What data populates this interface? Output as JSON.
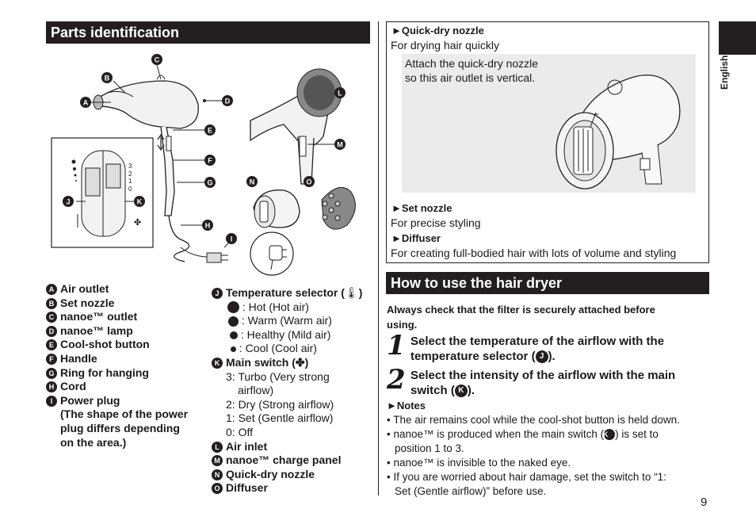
{
  "tab": {
    "label": "English"
  },
  "page_number": "9",
  "parts": {
    "title": "Parts identification",
    "list_left": [
      {
        "letter": "A",
        "text": "Air outlet"
      },
      {
        "letter": "B",
        "text": "Set nozzle"
      },
      {
        "letter": "C",
        "text": "nanoe™ outlet"
      },
      {
        "letter": "D",
        "text": "nanoe™ lamp"
      },
      {
        "letter": "E",
        "text": "Cool-shot button"
      },
      {
        "letter": "F",
        "text": "Handle"
      },
      {
        "letter": "G",
        "text": "Ring for hanging"
      },
      {
        "letter": "H",
        "text": "Cord"
      },
      {
        "letter": "I",
        "text": "Power plug"
      }
    ],
    "plug_note_1": "(The shape of the power",
    "plug_note_2": "plug differs depending",
    "plug_note_3": "on the area.)",
    "temp_selector": {
      "letter": "J",
      "label": "Temperature selector (",
      "options": [
        ": Hot (Hot air)",
        ": Warm (Warm air)",
        ": Healthy (Mild air)",
        ": Cool (Cool air)"
      ]
    },
    "main_switch": {
      "letter": "K",
      "label": "Main switch (",
      "options": [
        "3: Turbo (Very strong",
        "airflow)",
        "2: Dry (Strong airflow)",
        "1: Set (Gentle airflow)",
        "0: Off"
      ]
    },
    "list_right_rest": [
      {
        "letter": "L",
        "text": "Air inlet"
      },
      {
        "letter": "M",
        "text": "nanoe™ charge panel"
      },
      {
        "letter": "N",
        "text": "Quick-dry nozzle"
      },
      {
        "letter": "O",
        "text": "Diffuser"
      }
    ],
    "switch_scale": [
      "3",
      "2",
      "1",
      "0"
    ]
  },
  "nozzles": {
    "quick_dry_title": "Quick-dry nozzle",
    "quick_dry_desc": "For drying hair quickly",
    "quick_dry_callout_1": "Attach the quick-dry nozzle",
    "quick_dry_callout_2": "so this air outlet is vertical.",
    "set_title": "Set nozzle",
    "set_desc": "For precise styling",
    "diffuser_title": "Diffuser",
    "diffuser_desc": "For creating full-bodied hair with lots of volume and styling"
  },
  "howto": {
    "title": "How to use the hair dryer",
    "warning_1": "Always check that the filter is securely attached before",
    "warning_2": "using.",
    "step1_num": "1",
    "step1_text_1": "Select the temperature of the airflow with the",
    "step1_text_2": "temperature selector (",
    "step1_letter": "J",
    "step2_num": "2",
    "step2_text_1": "Select the intensity of the airflow with the main",
    "step2_text_2": "switch (",
    "step2_letter": "K",
    "notes_title": "Notes",
    "note1": "The air remains cool while the cool-shot button is held down.",
    "note2_a": "nanoe™ is produced when the main switch (",
    "note2_letter": "K",
    "note2_b": ") is set to",
    "note2_c": "position 1 to 3.",
    "note3": "nanoe™ is invisible to the naked eye.",
    "note4_a": "If you are worried about hair damage, set the switch to “1:",
    "note4_b": "Set (Gentle airflow)” before use."
  }
}
